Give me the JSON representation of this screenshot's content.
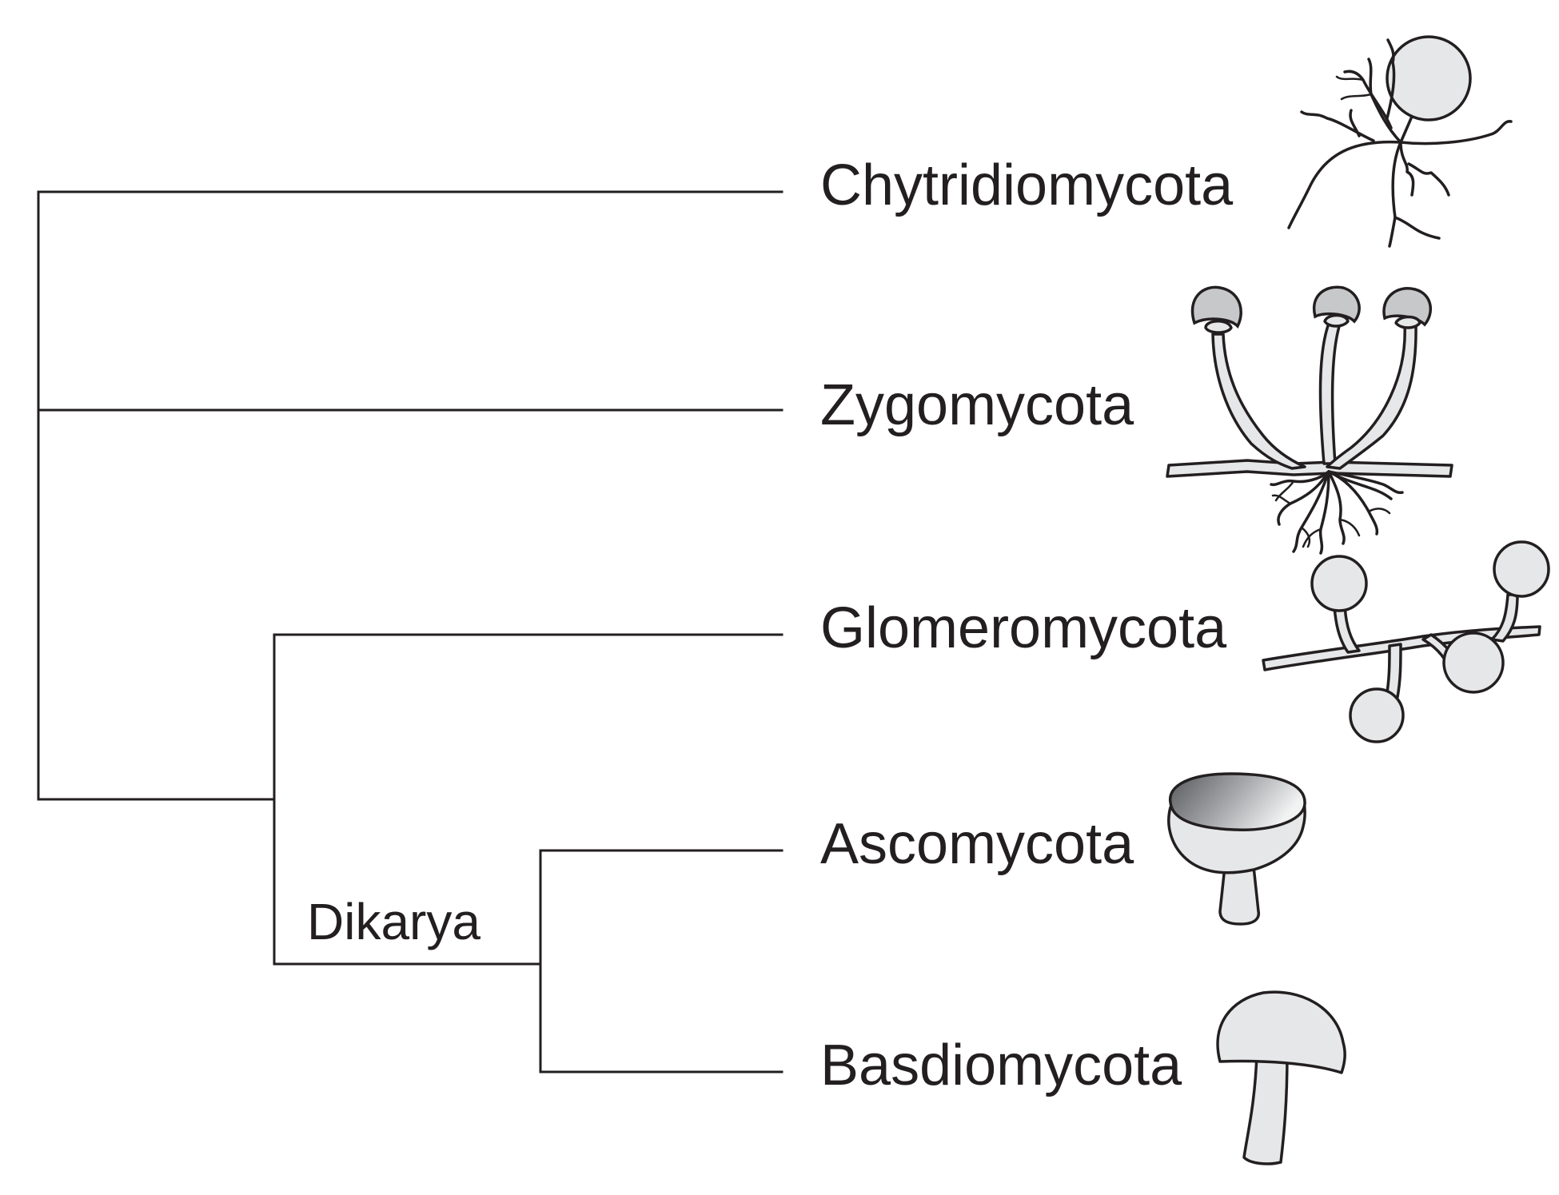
{
  "diagram": {
    "type": "phylogenetic-tree",
    "background": "#ffffff",
    "line_color": "#231f20",
    "taxa": [
      {
        "id": "chytridiomycota",
        "label": "Chytridiomycota",
        "icon": "chytrid-sporangium-icon"
      },
      {
        "id": "zygomycota",
        "label": "Zygomycota",
        "icon": "zygomycete-sporangiophores-icon"
      },
      {
        "id": "glomeromycota",
        "label": "Glomeromycota",
        "icon": "glomeromycete-spores-icon"
      },
      {
        "id": "ascomycota",
        "label": "Ascomycota",
        "icon": "cup-fungus-icon"
      },
      {
        "id": "basidiomycota",
        "label": "Basdiomycota",
        "icon": "mushroom-icon"
      }
    ],
    "clades": [
      {
        "id": "dikarya",
        "label": "Dikarya",
        "members": [
          "ascomycota",
          "basidiomycota"
        ]
      }
    ],
    "newick": "(Chytridiomycota,Zygomycota,(Glomeromycota,(Ascomycota,Basdiomycota)Dikarya));"
  }
}
